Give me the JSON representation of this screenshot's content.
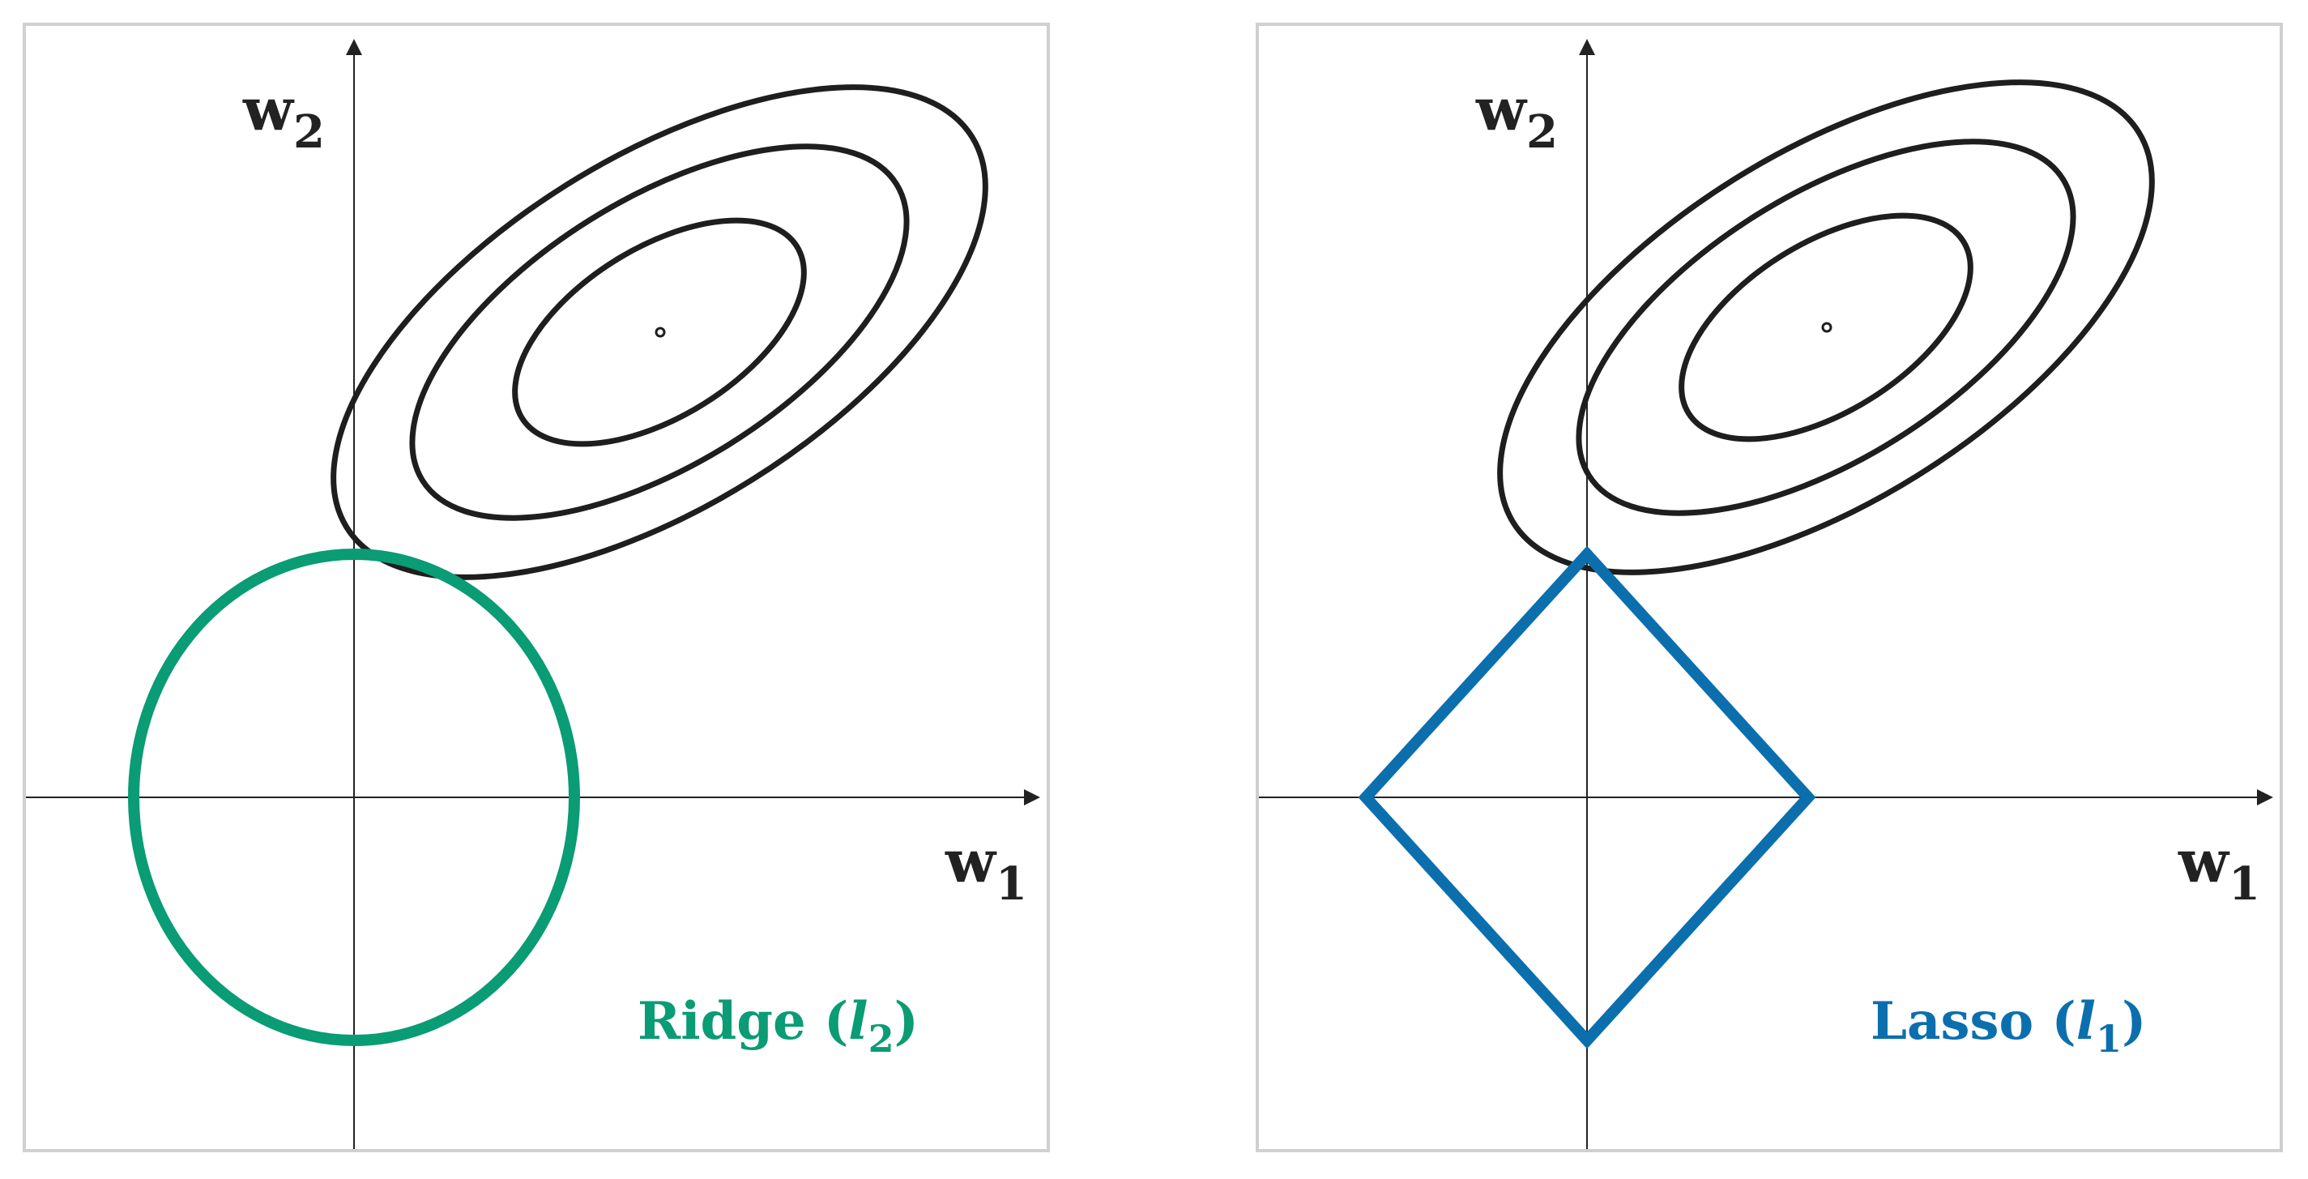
{
  "colors": {
    "ridge": "#0a9c74",
    "lasso": "#0b6fae",
    "contour": "#1e1e1e",
    "axis": "#222222",
    "panel_border": "#d0d0d0"
  },
  "panels": [
    {
      "id": "ridge",
      "x_axis_label": {
        "base": "w",
        "sub": "1"
      },
      "y_axis_label": {
        "base": "w",
        "sub": "2"
      },
      "method_label": {
        "name": "Ridge",
        "open": " (",
        "norm": "l",
        "sub": "2",
        "close": ")"
      },
      "constraint": "circle"
    },
    {
      "id": "lasso",
      "x_axis_label": {
        "base": "w",
        "sub": "1"
      },
      "y_axis_label": {
        "base": "w",
        "sub": "2"
      },
      "method_label": {
        "name": "Lasso",
        "open": " (",
        "norm": "l",
        "sub": "1",
        "close": ")"
      },
      "constraint": "diamond"
    }
  ]
}
